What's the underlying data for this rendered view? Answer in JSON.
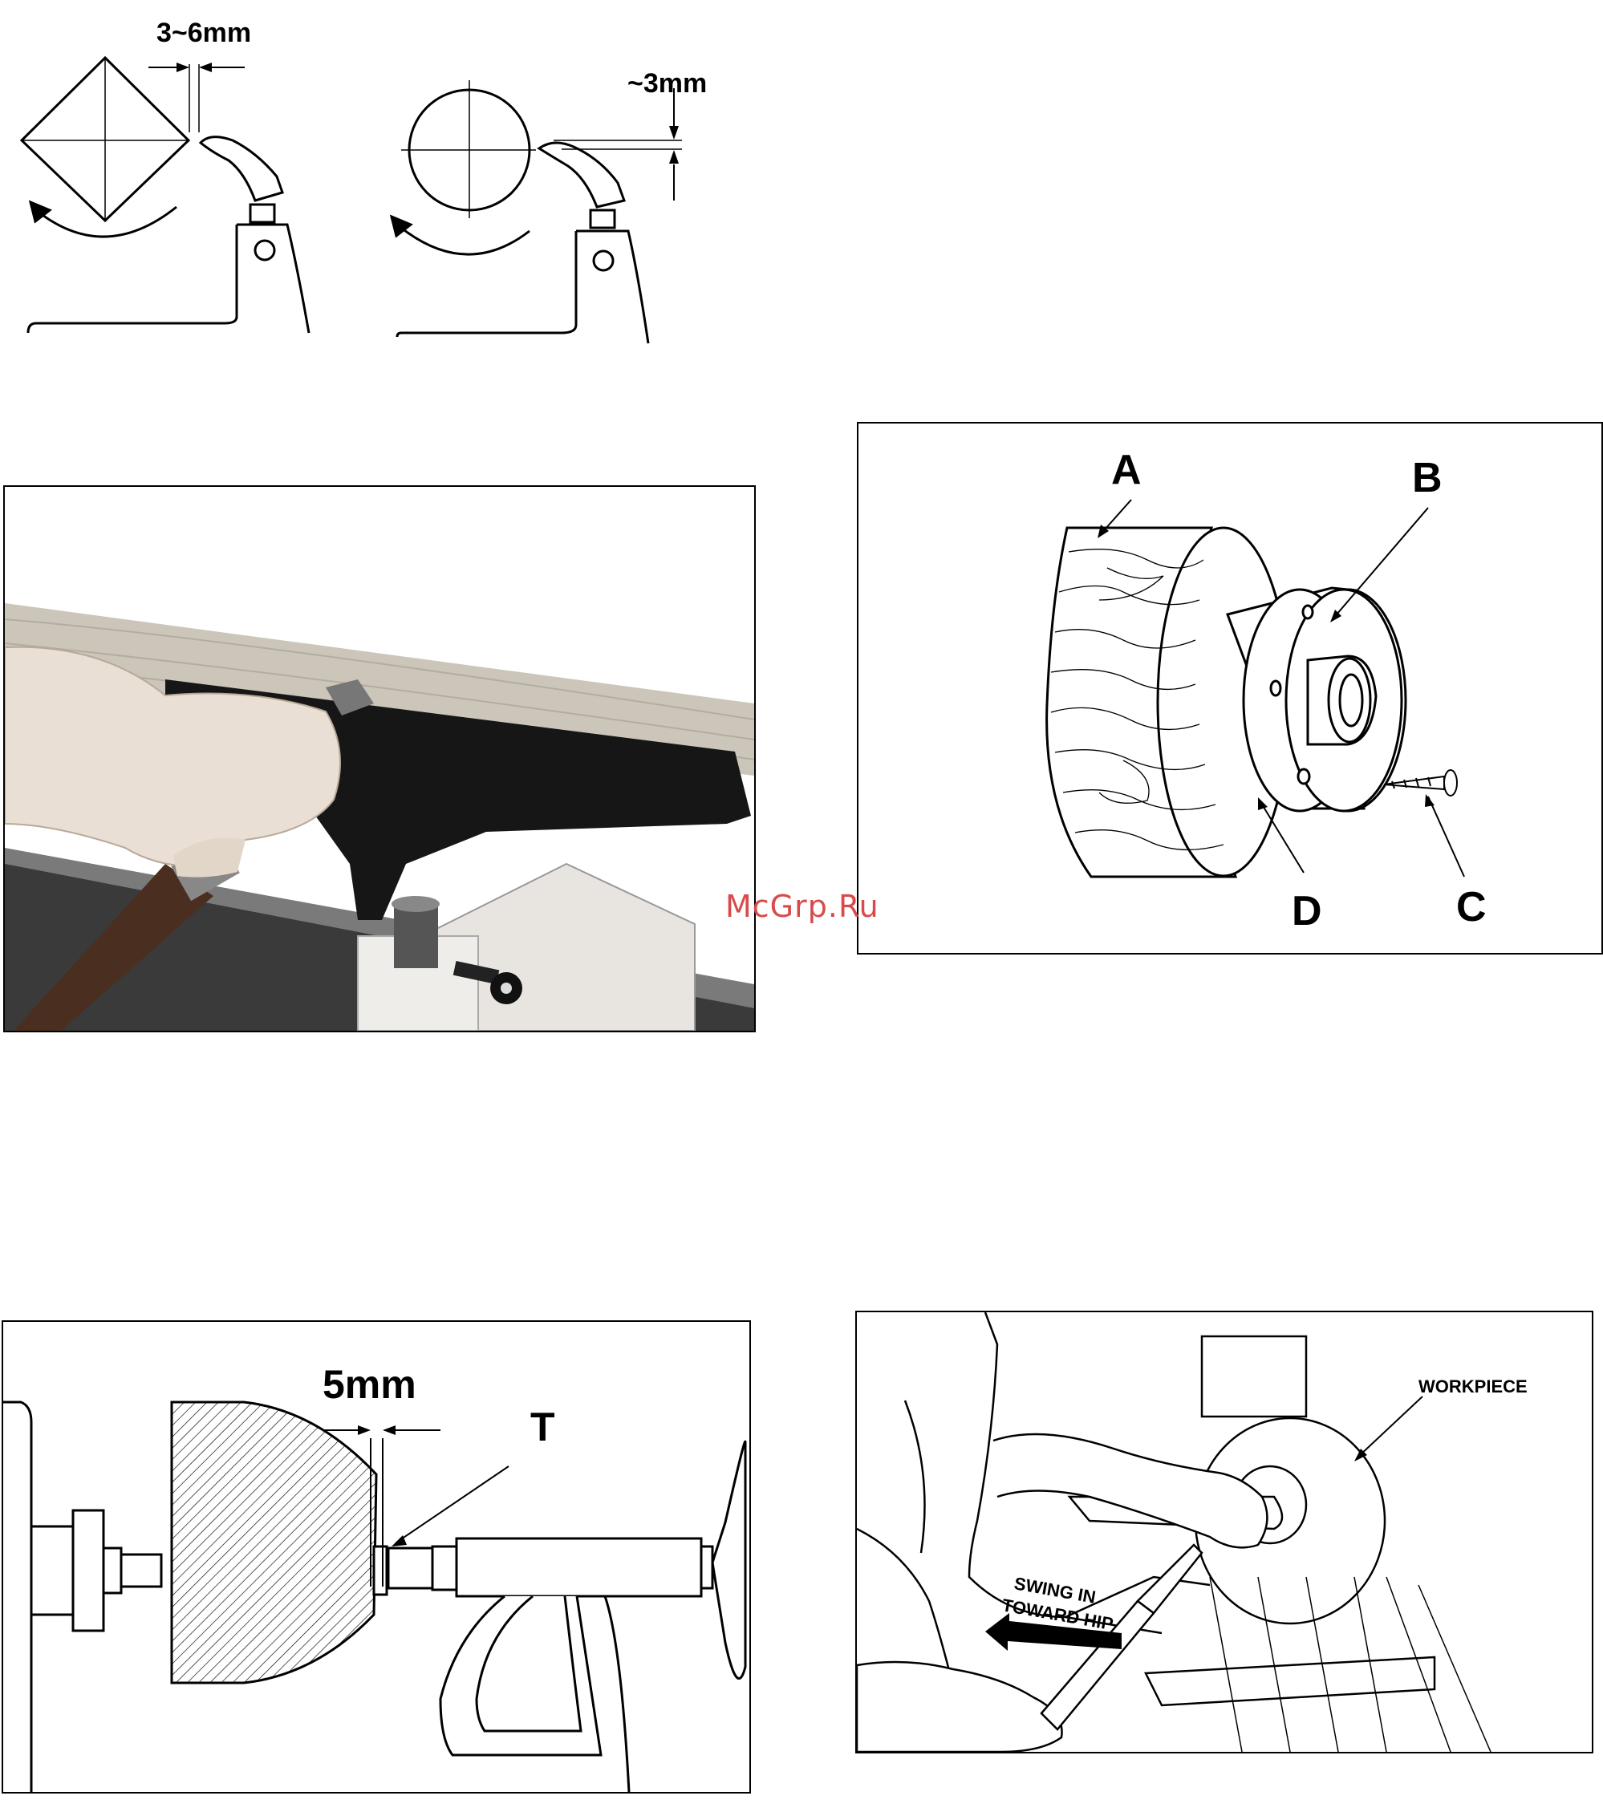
{
  "figure_gap": {
    "square_label": "3~6mm",
    "round_label": "~3mm"
  },
  "figure_faceplate": {
    "label_a": "A",
    "label_b": "B",
    "label_c": "C",
    "label_d": "D"
  },
  "figure_parting": {
    "gap_label": "5mm",
    "tool_label": "T"
  },
  "figure_swing": {
    "workpiece_label": "WORKPIECE",
    "swing_line1": "SWING IN",
    "swing_line2": "TOWARD HIP"
  },
  "watermark": "McGrp.Ru",
  "colors": {
    "ink": "#000000",
    "wood": "#c9c4b8",
    "steel": "#1c1c1c",
    "watermark": "#d94a4a"
  }
}
